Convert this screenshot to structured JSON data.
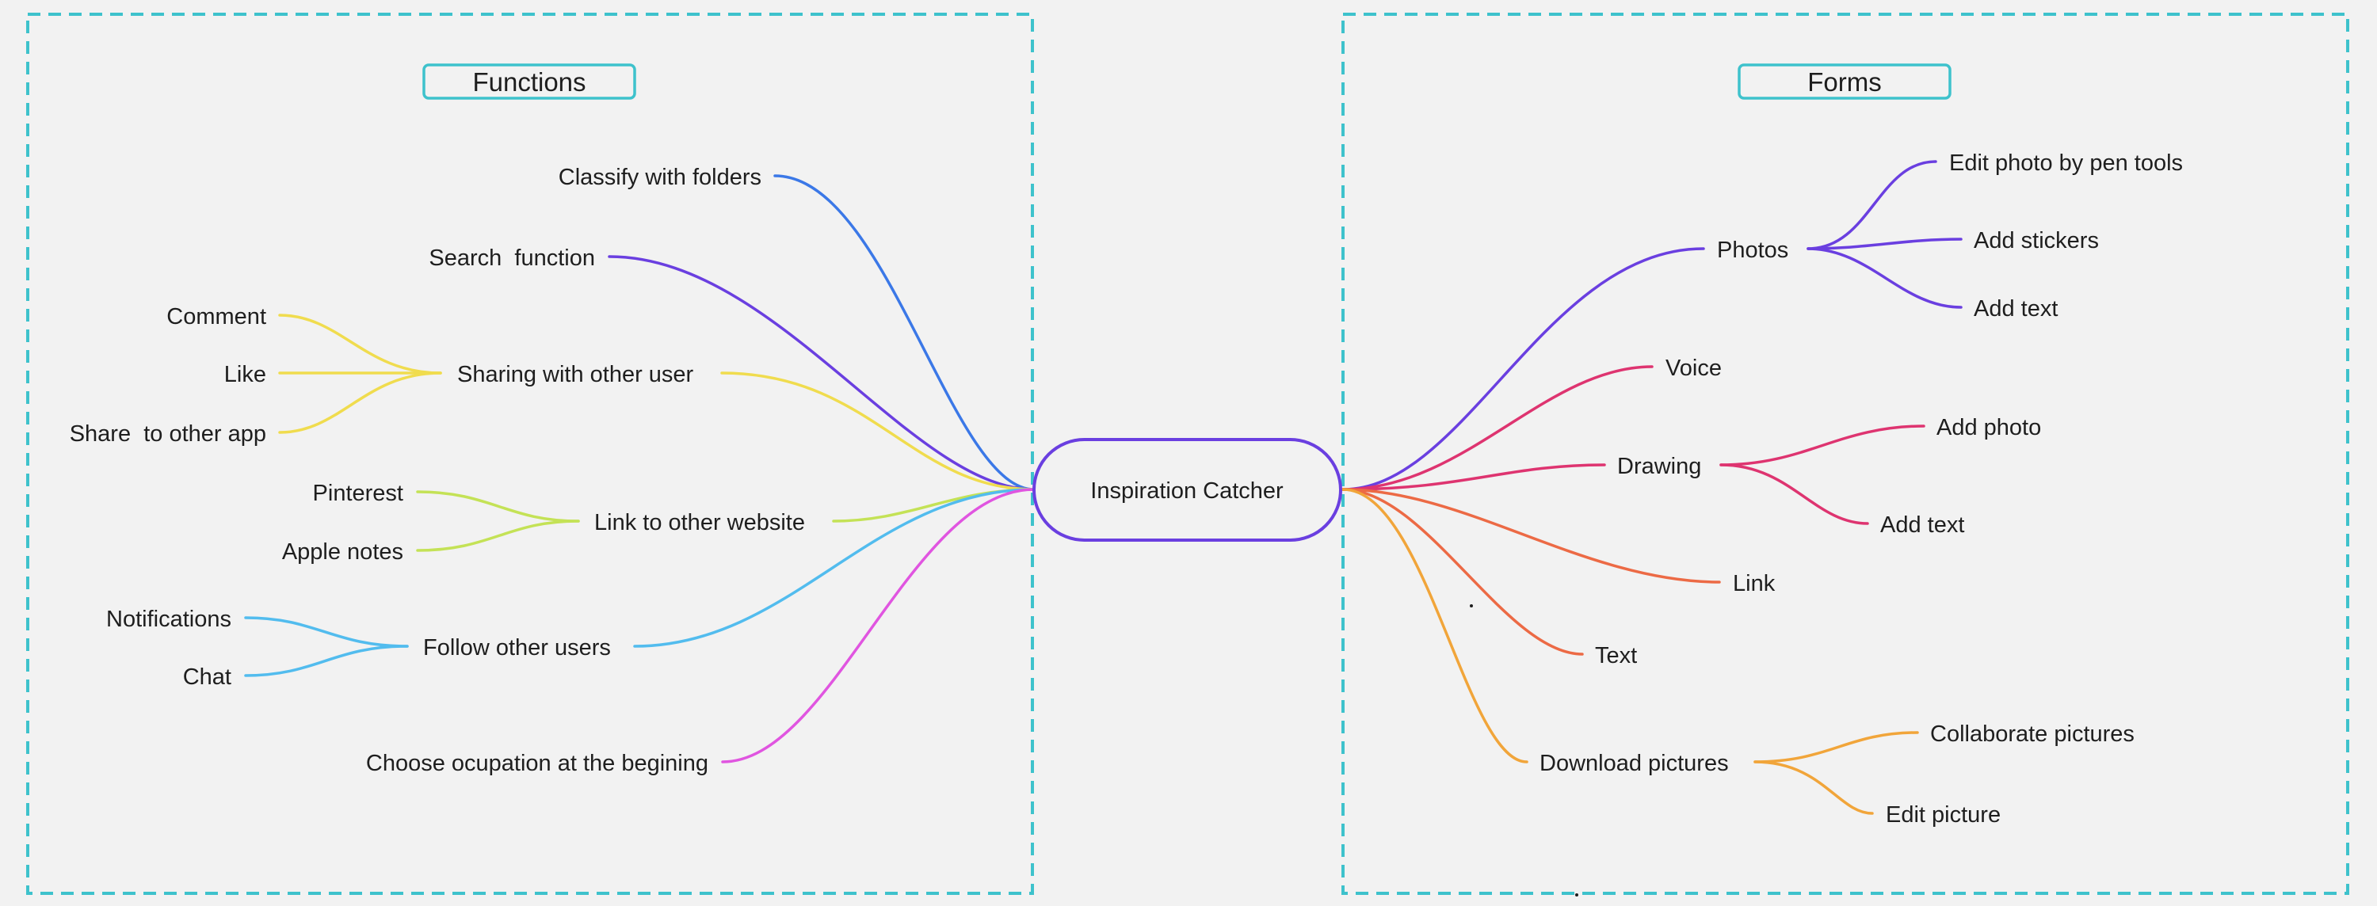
{
  "colors": {
    "background": "#f2f2f2",
    "frame": "#3ec2cc",
    "text": "#1e1e1e",
    "purple": "#6a3fe0",
    "blue": "#3b78e7",
    "yellow": "#f0dc4e",
    "lime": "#c4e256",
    "sky": "#52bcee",
    "magenta": "#e055e0",
    "crimson": "#de3470",
    "coral": "#ec6a45",
    "orange": "#f1a53a"
  },
  "center": {
    "label": "Inspiration Catcher"
  },
  "functions": {
    "title": "Functions",
    "items": [
      {
        "label": "Classify with folders",
        "children": []
      },
      {
        "label": "Search  function",
        "children": []
      },
      {
        "label": "Sharing with other user",
        "children": [
          "Comment",
          "Like",
          "Share  to other app"
        ]
      },
      {
        "label": "Link to other website",
        "children": [
          "Pinterest",
          "Apple notes"
        ]
      },
      {
        "label": "Follow other users",
        "children": [
          "Notifications",
          "Chat"
        ]
      },
      {
        "label": "Choose ocupation at the begining",
        "children": []
      }
    ]
  },
  "forms": {
    "title": "Forms",
    "items": [
      {
        "label": "Photos",
        "children": [
          "Edit photo by pen tools",
          "Add stickers",
          "Add text"
        ]
      },
      {
        "label": "Voice",
        "children": []
      },
      {
        "label": "Drawing",
        "children": [
          "Add photo",
          "Add text"
        ]
      },
      {
        "label": "Link",
        "children": []
      },
      {
        "label": "Text",
        "children": []
      },
      {
        "label": "Download pictures",
        "children": [
          "Collaborate pictures",
          "Edit picture"
        ]
      }
    ]
  }
}
